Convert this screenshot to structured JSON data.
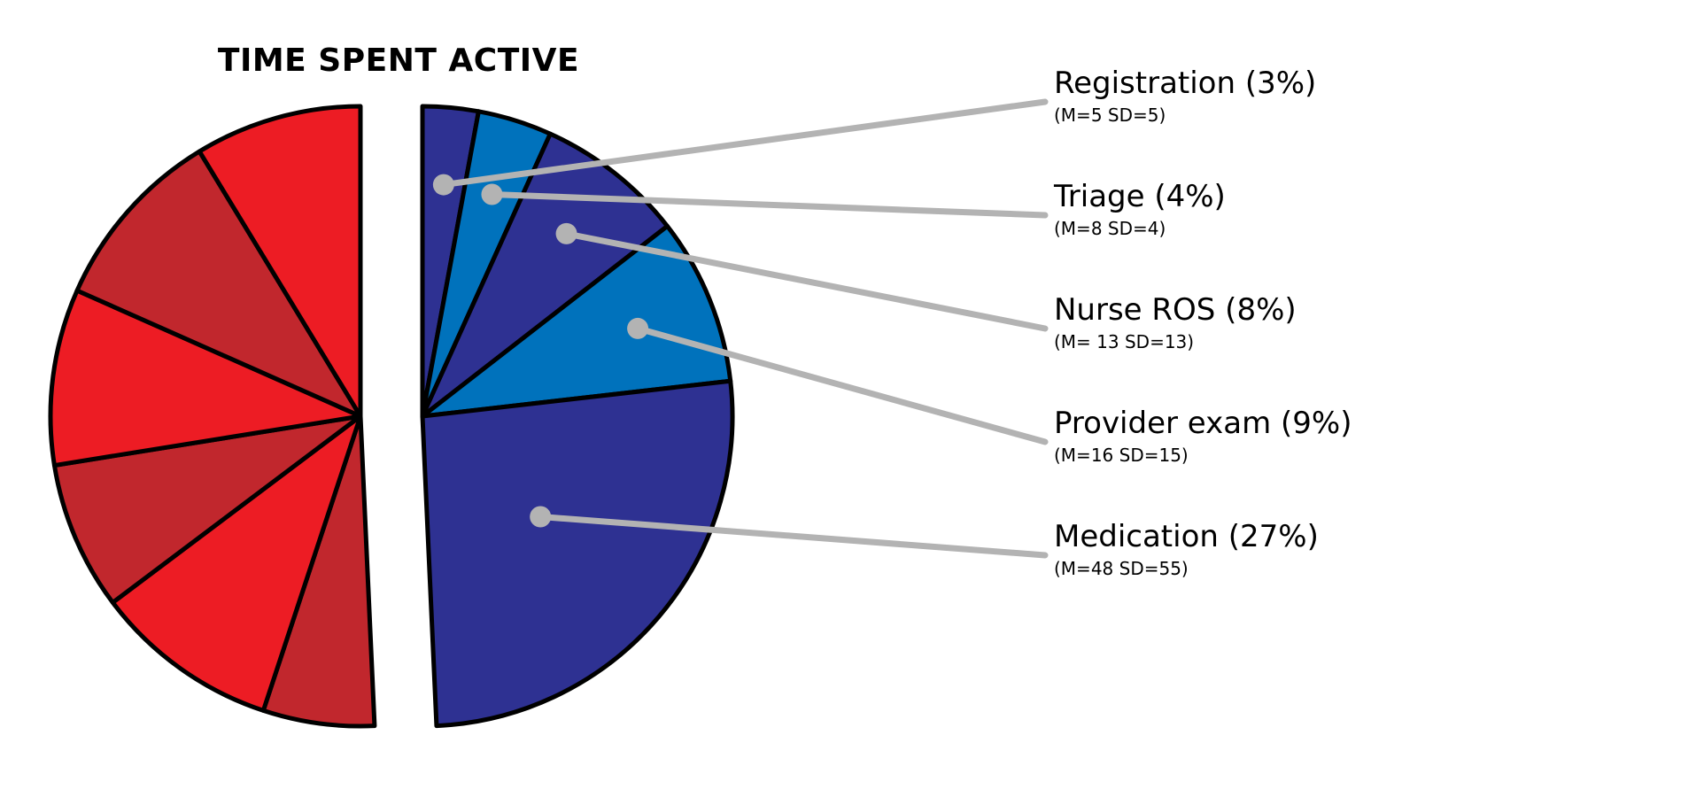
{
  "chart_data": {
    "type": "pie",
    "title": "TIME SPENT ACTIVE",
    "unit": "%",
    "series": [
      {
        "name": "",
        "slices": [
          {
            "label": "Registration (3%)",
            "stats": "(M=5 SD=5)",
            "value": 3,
            "color": "#2e3192",
            "labeled": true
          },
          {
            "label": "Triage (4%)",
            "stats": "(M=8 SD=4)",
            "value": 4,
            "color": "#0072bc",
            "labeled": true
          },
          {
            "label": "Nurse ROS (8%)",
            "stats": "(M= 13 SD=13)",
            "value": 8,
            "color": "#2e3192",
            "labeled": true
          },
          {
            "label": "Provider exam (9%)",
            "stats": "(M=16 SD=15)",
            "value": 9,
            "color": "#0072bc",
            "labeled": true
          },
          {
            "label": "Medication (27%)",
            "stats": "(M=48 SD=55)",
            "value": 27,
            "color": "#2e3192",
            "labeled": true
          },
          {
            "label": "",
            "stats": "",
            "value": 6,
            "color": "#c1272d",
            "labeled": false
          },
          {
            "label": "",
            "stats": "",
            "value": 10,
            "color": "#ed1c24",
            "labeled": false
          },
          {
            "label": "",
            "stats": "",
            "value": 8,
            "color": "#c1272d",
            "labeled": false
          },
          {
            "label": "",
            "stats": "",
            "value": 9.5,
            "color": "#ed1c24",
            "labeled": false
          },
          {
            "label": "",
            "stats": "",
            "value": 10,
            "color": "#c1272d",
            "labeled": false
          },
          {
            "label": "",
            "stats": "",
            "value": 9,
            "color": "#ed1c24",
            "labeled": false
          }
        ]
      }
    ],
    "exploded": "right half separated from left half",
    "legend": "right, with leader lines",
    "colors": {
      "stroke": "#000000",
      "leader": "#b3b3b3"
    }
  }
}
